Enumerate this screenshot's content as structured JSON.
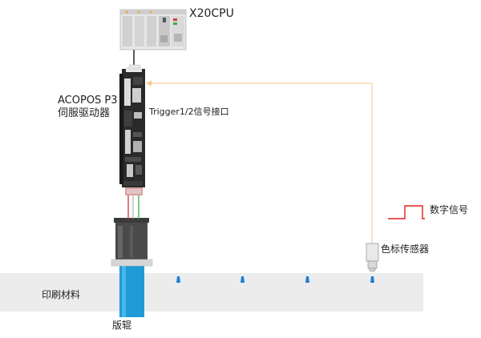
{
  "labels": {
    "cpu": "X20CPU",
    "drive_line1": "ACOPOS P3",
    "drive_line2": "伺服驱动器",
    "trigger_interface": "Trigger1/2信号接口",
    "digital_signal": "数字信号",
    "color_sensor": "色标传感器",
    "printing_material": "印刷材料",
    "plate_roller": "版辊"
  },
  "colors": {
    "trigger_wire": "#f5c88a",
    "roller": "#1e9bd7",
    "material_band": "#ececec",
    "color_mark": "#1e7fd0",
    "signal_wave": "#e0201b",
    "motor_wire_red": "#d93030",
    "motor_wire_green": "#3aa655"
  }
}
